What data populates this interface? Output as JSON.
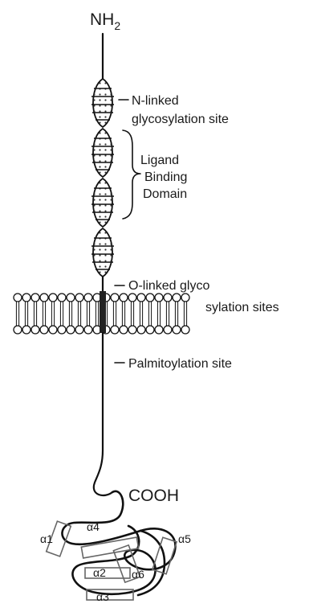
{
  "terminals": {
    "n_terminus": "NH",
    "n_terminus_sub": "2",
    "c_terminus": "COOH"
  },
  "annotations": {
    "n_glyco_line1": "N-linked",
    "n_glyco_line2": "glycosylation site",
    "ligand_line1": "Ligand",
    "ligand_line2": "Binding",
    "ligand_line3": "Domain",
    "o_glyco_line1": "O-linked glyco",
    "o_glyco_line2": "sylation sites",
    "palmitoylation": "Palmitoylation site"
  },
  "helices": [
    "α1",
    "α2",
    "α3",
    "α4",
    "α5",
    "α6"
  ]
}
